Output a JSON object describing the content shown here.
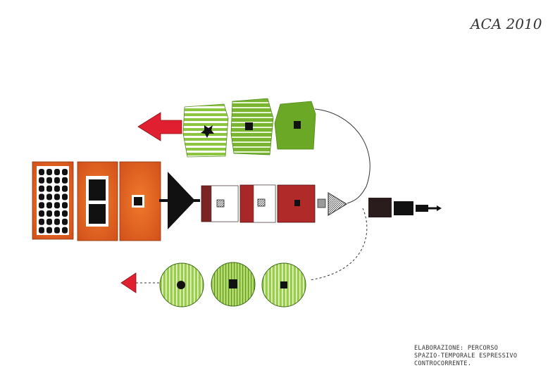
{
  "signature": "ACA 2010",
  "caption": {
    "line1": "ELABORAZIONE: PERCORSO",
    "line2": "SPAZIO-TEMPORALE ESPRESSIVO",
    "line3": "CONTROCORRENTE."
  },
  "colors": {
    "orange": "#e8601c",
    "orange_dark": "#c84a12",
    "maroon": "#7a2424",
    "red": "#b02a2a",
    "green_light": "#8cc63f",
    "green_mid": "#6aa825",
    "green_dark": "#4d8a1a",
    "arrow_red": "#e02030",
    "black": "#111111",
    "gray": "#9a9a9a"
  }
}
